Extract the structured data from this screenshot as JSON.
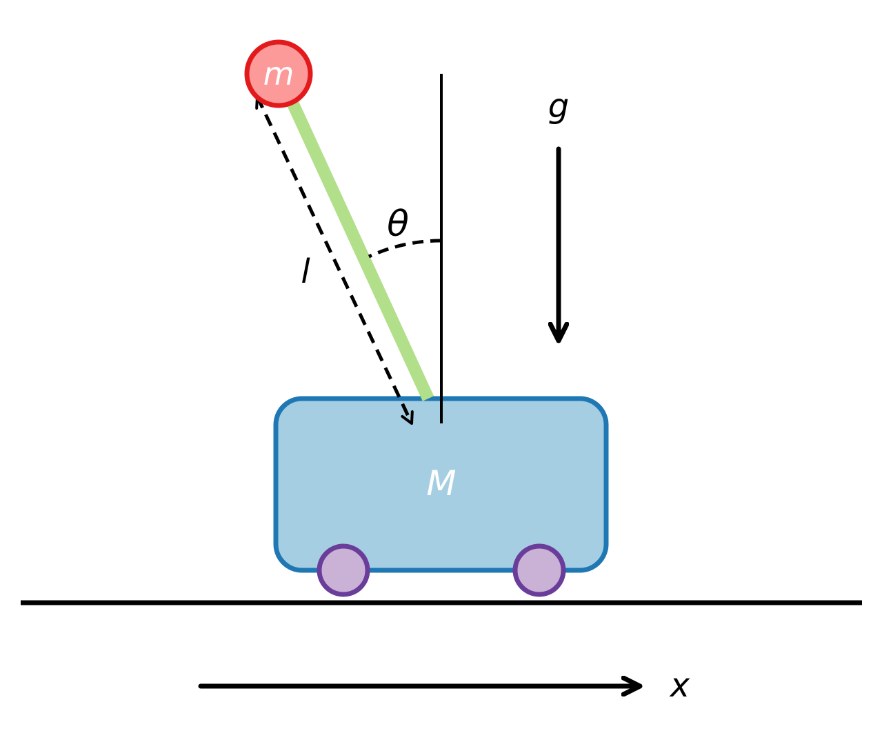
{
  "labels": {
    "pendulum_mass": "m",
    "cart_mass": "M",
    "length": "l",
    "angle": "θ",
    "gravity": "g",
    "position": "x"
  },
  "colors": {
    "background": "#ffffff",
    "ink": "#000000",
    "bob_fill": "#fb9a99",
    "bob_stroke": "#e31a1c",
    "rod": "#b2df8a",
    "cart_fill": "#a6cee3",
    "cart_stroke": "#1f78b4",
    "wheel_fill": "#cab2d6",
    "wheel_stroke": "#6a3d9a",
    "mass_label": "#ffffff"
  }
}
